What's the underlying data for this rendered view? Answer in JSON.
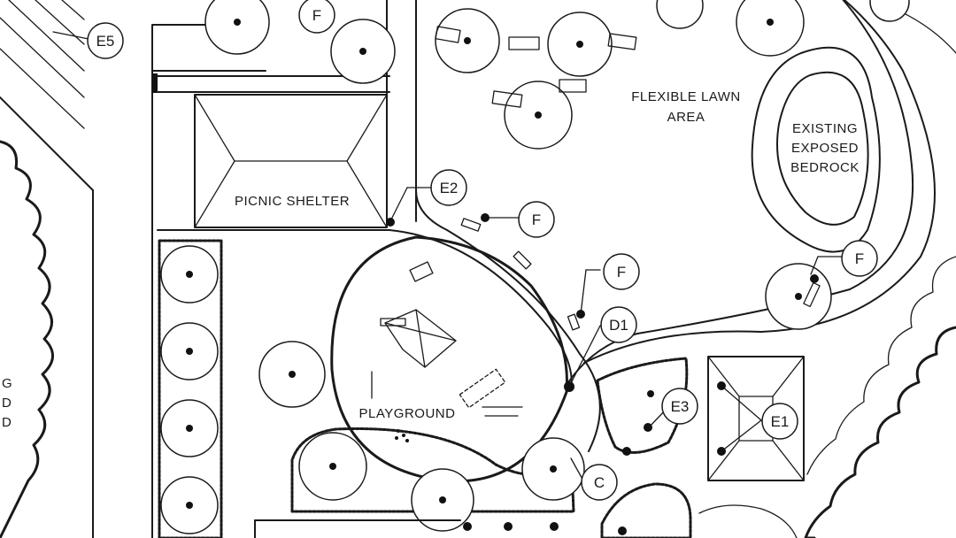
{
  "areas": {
    "picnic_shelter": "PICNIC SHELTER",
    "playground": "PLAYGROUND",
    "flexible_lawn": [
      "FLEXIBLE LAWN",
      "AREA"
    ],
    "bedrock": [
      "EXISTING",
      "EXPOSED",
      "BEDROCK"
    ],
    "left_edge_fragment": [
      "G",
      "D",
      "D"
    ]
  },
  "callouts": {
    "e5": "E5",
    "f_top": "F",
    "e2": "E2",
    "f_center": "F",
    "f_right": "F",
    "f_mid": "F",
    "d1": "D1",
    "e3": "E3",
    "e1": "E1",
    "c": "C"
  }
}
